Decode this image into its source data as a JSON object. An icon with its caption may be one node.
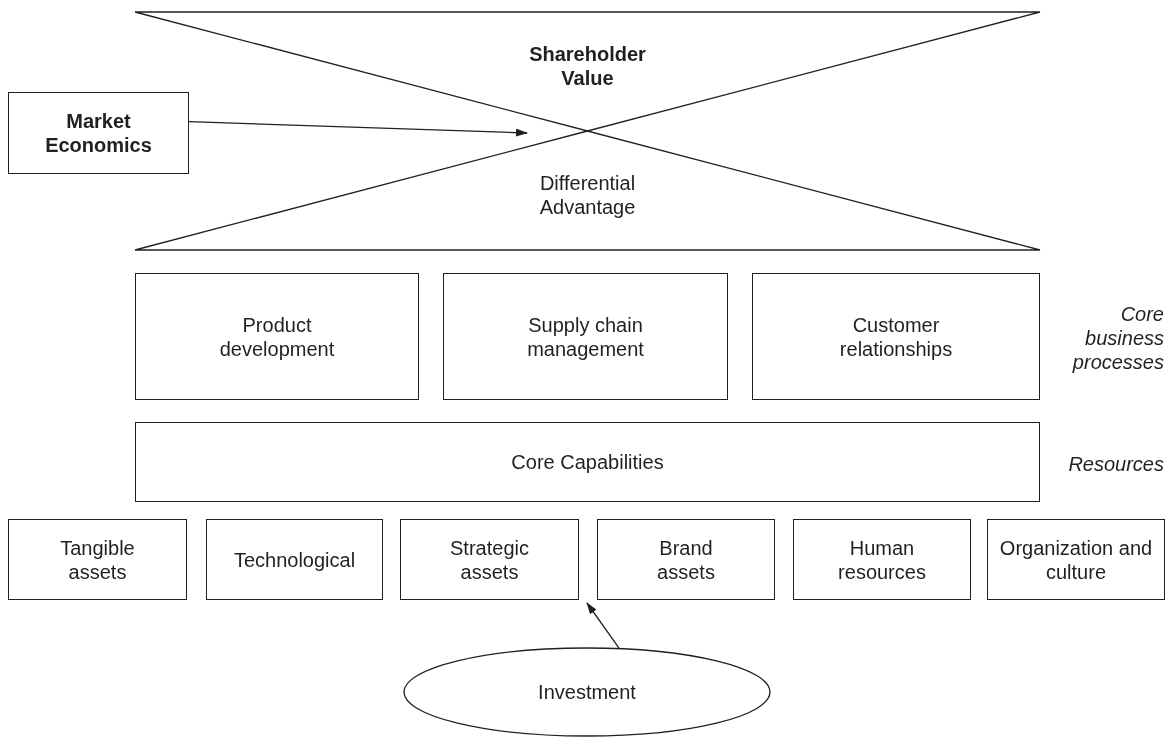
{
  "diagram": {
    "nodes": [
      {
        "text": [
          "Shareholder Value"
        ]
      },
      {
        "text": [
          "Market Economics"
        ]
      },
      {
        "text": [
          "Differential Advantage"
        ]
      },
      {
        "text": [
          "Product development"
        ]
      },
      {
        "text": [
          "Supply chain management"
        ]
      },
      {
        "text": [
          "Customer relationships"
        ]
      },
      {
        "text": [
          "Core Capabilities"
        ]
      },
      {
        "text": [
          "Tangible assets"
        ]
      },
      {
        "text": [
          "Technological"
        ]
      },
      {
        "text": [
          "Strategic assets"
        ]
      },
      {
        "text": [
          "Brand assets"
        ]
      },
      {
        "text": [
          "Human resources"
        ]
      },
      {
        "text": [
          "Organization and culture"
        ]
      },
      {
        "text": [
          "Investment"
        ]
      }
    ],
    "edges": [
      {
        "from": 1,
        "to": 0,
        "arrow": "to"
      },
      {
        "from": 13,
        "to": 10,
        "arrow": "to"
      }
    ],
    "labels": [
      "Core business processes",
      "Resources"
    ]
  }
}
